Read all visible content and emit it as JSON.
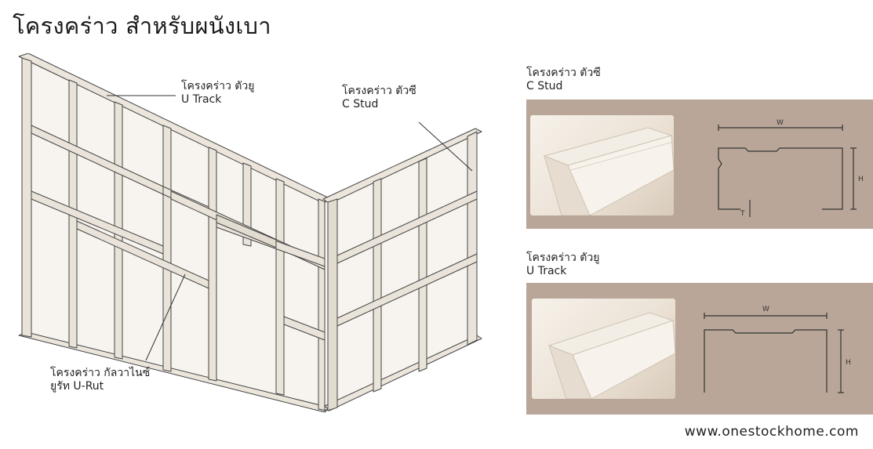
{
  "title": "โครงคร่าว สำหรับผนังเบา",
  "labels": {
    "u_track_thai": "โครงคร่าว ตัวยู",
    "u_track_en": "U Track",
    "c_stud_thai": "โครงคร่าว ตัวซี",
    "c_stud_en": "C Stud",
    "u_rut_thai": "โครงคร่าว กัลวาไนซ์",
    "u_rut_en": "ยูรัท U-Rut"
  },
  "panels": {
    "c_stud": {
      "title_thai": "โครงคร่าว ตัวซี",
      "title_en": "C Stud",
      "dim_w": "W",
      "dim_h": "H",
      "dim_t": "T"
    },
    "u_track": {
      "title_thai": "โครงคร่าว ตัวยู",
      "title_en": "U Track",
      "dim_w": "W",
      "dim_h": "H"
    }
  },
  "website": "www.onestockhome.com",
  "colors": {
    "panel_bg": "#b9a698",
    "profile": "#f1ebe2",
    "line": "#333333"
  }
}
